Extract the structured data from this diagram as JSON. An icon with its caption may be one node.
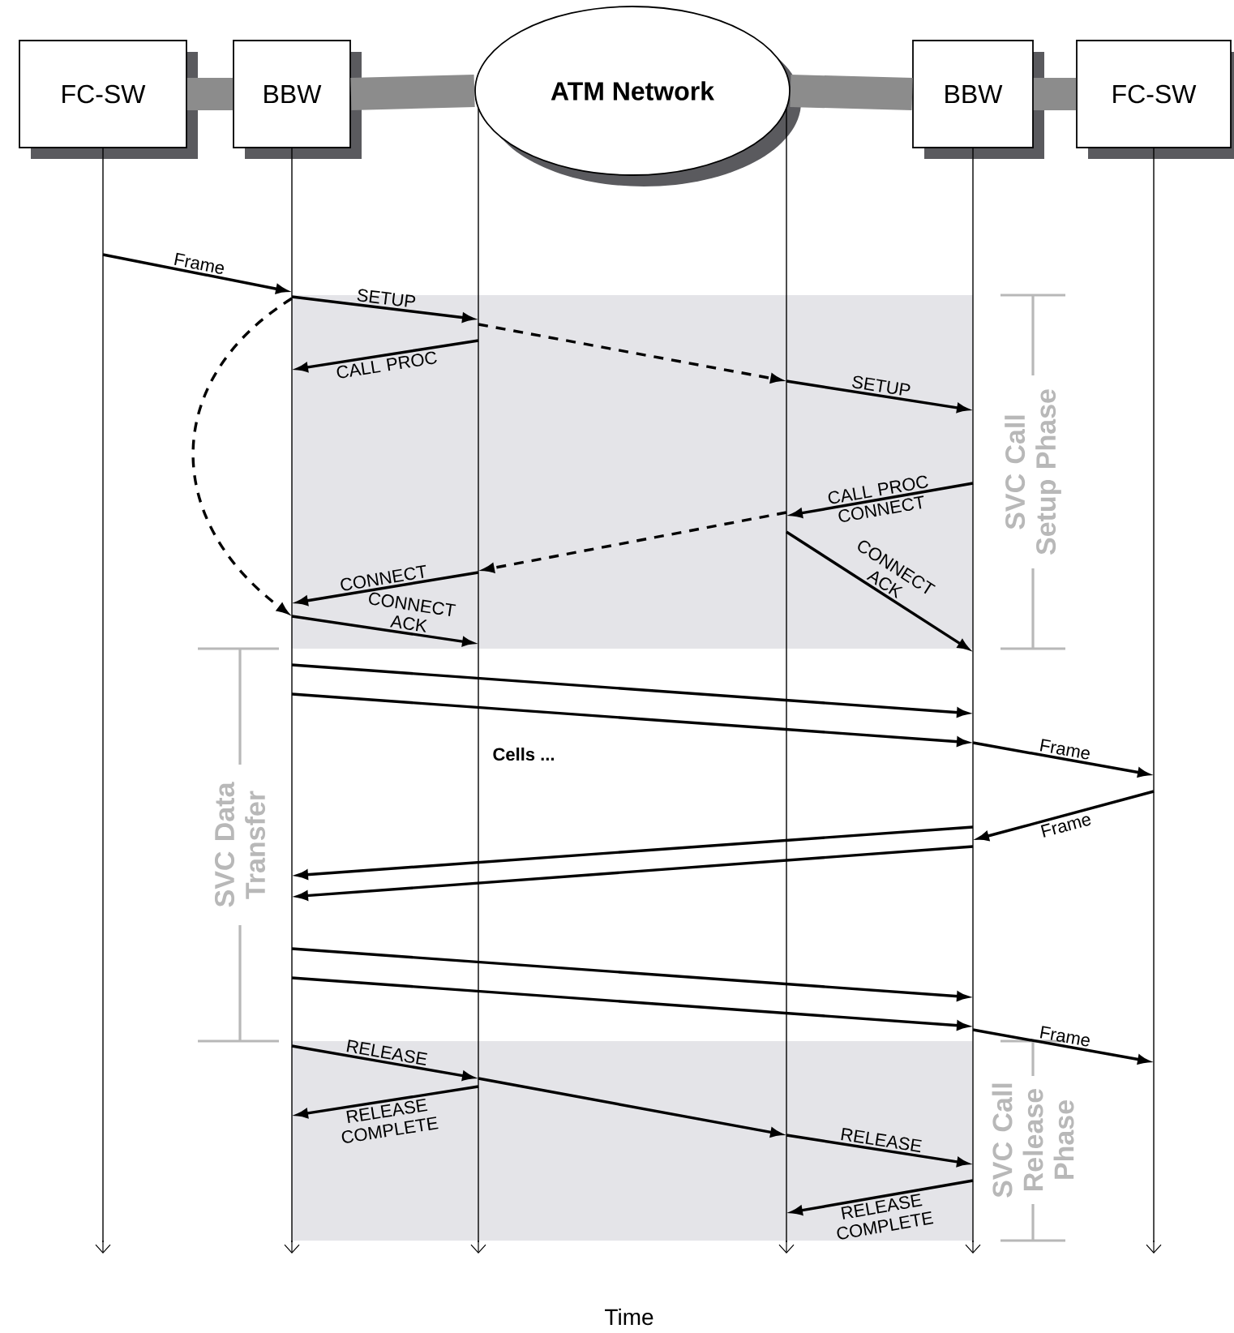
{
  "diagram": {
    "nodes": [
      {
        "text": [
          "FC-SW"
        ]
      },
      {
        "text": [
          "BBW"
        ]
      },
      {
        "text": [
          "ATM Network"
        ]
      },
      {
        "text": [
          "BBW"
        ]
      },
      {
        "text": [
          "FC-SW"
        ]
      },
      {
        "text": [],
        "shape": "bar"
      },
      {
        "text": [],
        "shape": "bar"
      },
      {
        "text": [],
        "shape": "bar"
      },
      {
        "text": [],
        "shape": "bar"
      },
      {
        "text": [],
        "shape": "bar"
      },
      {
        "text": [],
        "shape": "bar"
      }
    ],
    "edges": [
      {
        "from": 0,
        "to": 1,
        "arrow": "none",
        "style": "thick",
        "color": "#8c8c8c"
      },
      {
        "from": 1,
        "to": 2,
        "arrow": "none",
        "style": "thick",
        "color": "#8c8c8c"
      },
      {
        "from": 2,
        "to": 3,
        "arrow": "none",
        "style": "thick",
        "color": "#8c8c8c"
      },
      {
        "from": 3,
        "to": 4,
        "arrow": "none",
        "style": "thick",
        "color": "#8c8c8c"
      },
      {
        "from": 5,
        "to": 6,
        "arrow": "to",
        "label": "Frame"
      },
      {
        "from": 6,
        "to": 7,
        "arrow": "to",
        "label": "SETUP"
      },
      {
        "from": 7,
        "to": 8,
        "arrow": "to",
        "style": "dashed"
      },
      {
        "from": 8,
        "to": 9,
        "arrow": "to",
        "label": "SETUP"
      },
      {
        "from": 7,
        "to": 6,
        "arrow": "to",
        "label": "CALL PROC"
      },
      {
        "from": 9,
        "to": 8,
        "arrow": "to",
        "label": "CALL PROC"
      },
      {
        "from": 8,
        "to": 7,
        "arrow": "to",
        "style": "dashed"
      },
      {
        "from": 7,
        "to": 6,
        "arrow": "to",
        "label": "CONNECT"
      },
      {
        "from": 8,
        "to": 9,
        "arrow": "to",
        "label": "CONNECT ACK"
      },
      {
        "from": 6,
        "to": 7,
        "arrow": "to",
        "label": "CONNECT ACK"
      },
      {
        "from": 6,
        "to": 6,
        "arrow": "to",
        "style": "dashed"
      },
      {
        "from": 6,
        "to": 9,
        "arrow": "to"
      },
      {
        "from": 6,
        "to": 9,
        "arrow": "to"
      },
      {
        "from": 9,
        "to": 10,
        "arrow": "to",
        "label": "Frame"
      },
      {
        "from": 10,
        "to": 9,
        "arrow": "to",
        "label": "Frame"
      },
      {
        "from": 9,
        "to": 6,
        "arrow": "to"
      },
      {
        "from": 9,
        "to": 6,
        "arrow": "to"
      },
      {
        "from": 6,
        "to": 9,
        "arrow": "to"
      },
      {
        "from": 6,
        "to": 9,
        "arrow": "to"
      },
      {
        "from": 9,
        "to": 10,
        "arrow": "to",
        "label": "Frame"
      },
      {
        "from": 6,
        "to": 7,
        "arrow": "to",
        "label": "RELEASE"
      },
      {
        "from": 7,
        "to": 6,
        "arrow": "to",
        "label": "RELEASE COMPLETE"
      },
      {
        "from": 7,
        "to": 8,
        "arrow": "to"
      },
      {
        "from": 8,
        "to": 9,
        "arrow": "to",
        "label": "RELEASE"
      },
      {
        "from": 9,
        "to": 8,
        "arrow": "to",
        "label": "RELEASE COMPLETE"
      }
    ],
    "labels": [
      "SVC Call Setup Phase",
      "CONNECT",
      "Cells ...",
      "SVC Data Transfer",
      "SVC Call Release Phase",
      "Time"
    ]
  }
}
